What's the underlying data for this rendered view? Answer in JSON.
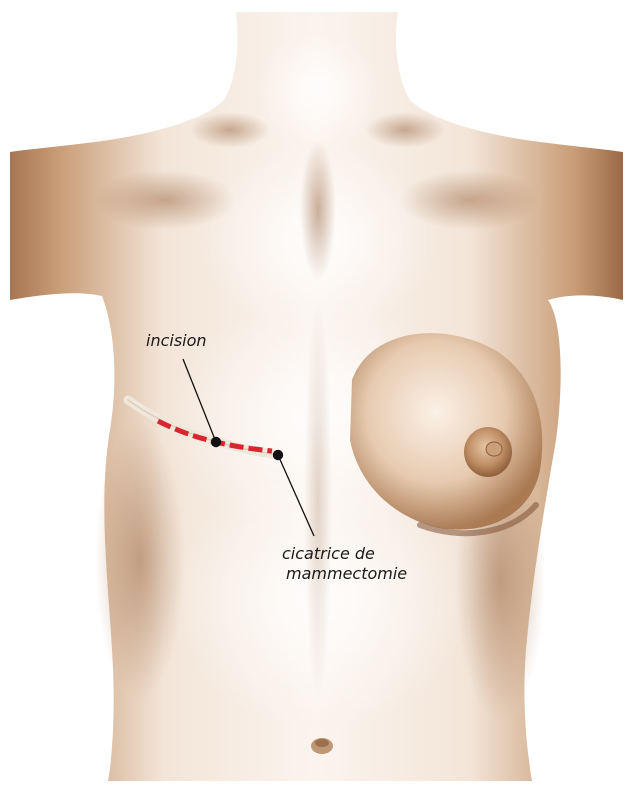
{
  "labels": {
    "incision": "incision",
    "scar_line1": "cicatrice de",
    "scar_line2": "mammectomie"
  },
  "colors": {
    "skin_base": "#c79a74",
    "skin_shadow": "#9b6a47",
    "skin_highlight": "#fbf5ef",
    "incision_red": "#d9252f",
    "scar": "#efe6dc",
    "leader": "#111111"
  }
}
